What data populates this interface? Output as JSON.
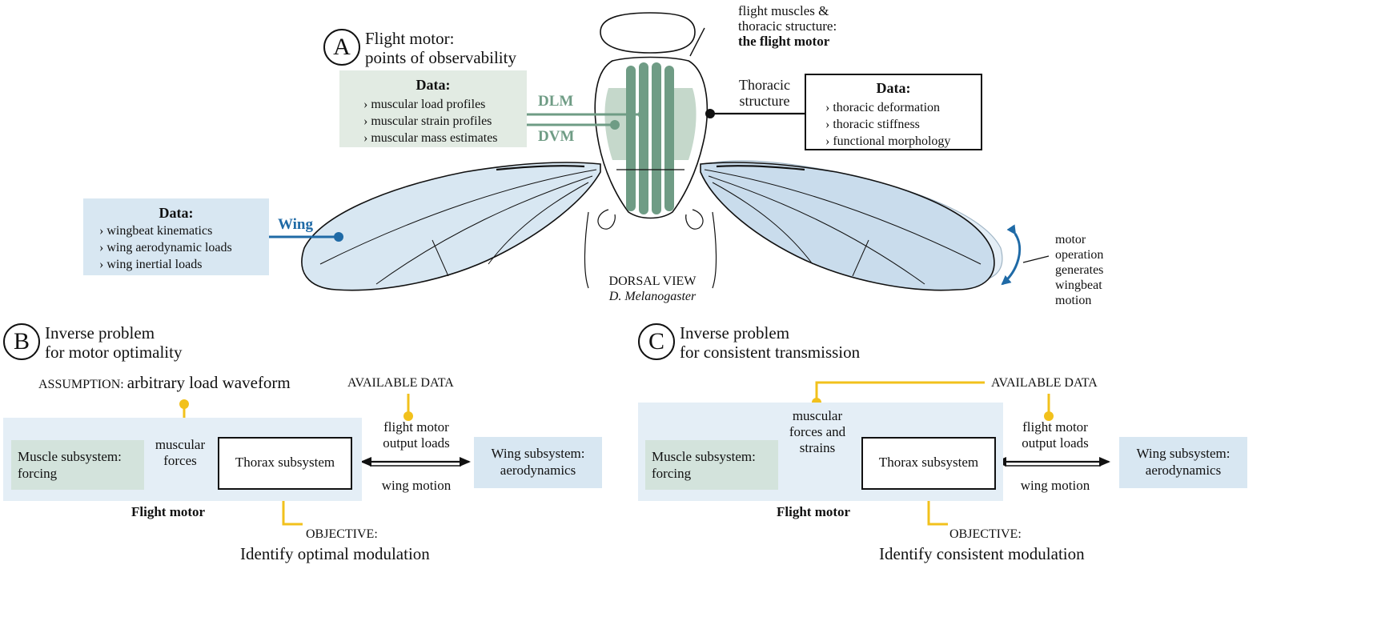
{
  "colors": {
    "green_muscle": "#6f9c85",
    "green_fill": "#e2ebe3",
    "blue_wing": "#1f6aa6",
    "blue_fill": "#d8e7f2",
    "light_blue_panel": "#e4eef6",
    "yellow": "#f2c11c",
    "dark": "#111111"
  },
  "panel_a": {
    "letter": "A",
    "title_line1": "Flight motor:",
    "title_line2": "points of observability",
    "top_note_line1": "flight muscles &",
    "top_note_line2": "thoracic structure:",
    "top_note_line3": "the flight motor",
    "muscle_data": {
      "heading": "Data:",
      "items": [
        "muscular load profiles",
        "muscular strain profiles",
        "muscular mass estimates"
      ]
    },
    "dlm_label": "DLM",
    "dvm_label": "DVM",
    "thoracic_label_line1": "Thoracic",
    "thoracic_label_line2": "structure",
    "thorax_data": {
      "heading": "Data:",
      "items": [
        "thoracic deformation",
        "thoracic stiffness",
        "functional morphology"
      ]
    },
    "wing_data": {
      "heading": "Data:",
      "items": [
        "wingbeat kinematics",
        "wing aerodynamic loads",
        "wing inertial loads"
      ]
    },
    "wing_label": "Wing",
    "view_line1": "DORSAL VIEW",
    "view_line2": "D. Melanogaster",
    "motor_note": [
      "motor",
      "operation",
      "generates",
      "wingbeat",
      "motion"
    ]
  },
  "panel_b": {
    "letter": "B",
    "title_line1": "Inverse problem",
    "title_line2": "for motor optimality",
    "assumption_label": "ASSUMPTION:",
    "assumption_text": "arbitrary load waveform",
    "available_data": "AVAILABLE DATA",
    "muscle_line1": "Muscle subsystem:",
    "muscle_line2": "forcing",
    "forces_line1": "muscular",
    "forces_line2": "forces",
    "thorax": "Thorax subsystem",
    "output_line1": "flight motor",
    "output_line2": "output loads",
    "wing_motion": "wing motion",
    "wing_line1": "Wing subsystem:",
    "wing_line2": "aerodynamics",
    "flight_motor": "Flight motor",
    "objective_label": "OBJECTIVE:",
    "objective_text": "Identify optimal modulation"
  },
  "panel_c": {
    "letter": "C",
    "title_line1": "Inverse problem",
    "title_line2": "for consistent transmission",
    "available_data": "AVAILABLE DATA",
    "muscle_line1": "Muscle subsystem:",
    "muscle_line2": "forcing",
    "forces_line1": "muscular",
    "forces_line2": "forces and",
    "forces_line3": "strains",
    "thorax": "Thorax subsystem",
    "output_line1": "flight motor",
    "output_line2": "output loads",
    "wing_motion": "wing motion",
    "wing_line1": "Wing subsystem:",
    "wing_line2": "aerodynamics",
    "flight_motor": "Flight motor",
    "objective_label": "OBJECTIVE:",
    "objective_text": "Identify consistent modulation"
  }
}
